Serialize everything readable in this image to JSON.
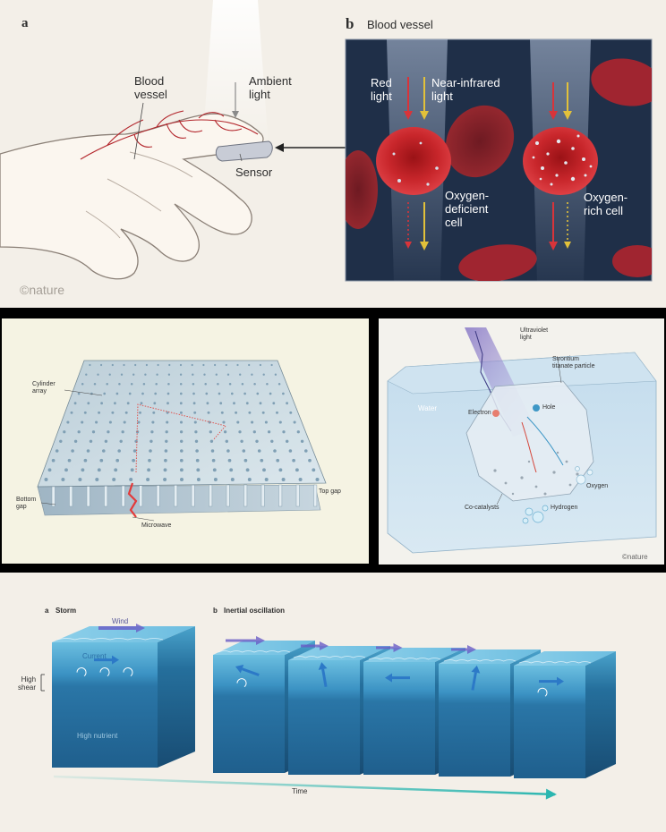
{
  "panel_top": {
    "letter_a": "a",
    "letter_b": "b",
    "b_title": "Blood vessel",
    "blood_vessel_label": "Blood\nvessel",
    "ambient_light_label": "Ambient\nlight",
    "sensor_label": "Sensor",
    "red_light_label": "Red\nlight",
    "nir_label": "Near-infrared\nlight",
    "deficient_label": "Oxygen-\ndeficient\ncell",
    "rich_label": "Oxygen-\nrich cell",
    "credit": "©nature"
  },
  "panel_mid_left": {
    "cylinder_label": "Cylinder\narray",
    "bottom_gap_label": "Bottom\ngap",
    "top_gap_label": "Top gap",
    "microwave_label": "Microwave"
  },
  "panel_mid_right": {
    "uv_label": "Ultraviolet\nlight",
    "particle_label": "Strontium\ntitanate particle",
    "water_label": "Water",
    "electron_label": "Electron",
    "hole_label": "Hole",
    "oxygen_label": "Oxygen",
    "cocatalysts_label": "Co-catalysts",
    "hydrogen_label": "Hydrogen",
    "credit": "©nature"
  },
  "panel_bottom": {
    "a_letter": "a",
    "a_title": "Storm",
    "b_letter": "b",
    "b_title": "Inertial oscillation",
    "wind_label": "Wind",
    "current_label": "Current",
    "shear_label": "High\nshear",
    "nutrient_label": "High nutrient",
    "time_label": "Time"
  },
  "colors": {
    "red_light": "#d8343a",
    "nir_light": "#e2c13a",
    "vessel_bg": "#1f2f48",
    "rbc": "#c0242a",
    "ocean_top": "#5fb2d6",
    "ocean_deep": "#1f5f8d",
    "time_arrow": "#2bb6b0"
  }
}
